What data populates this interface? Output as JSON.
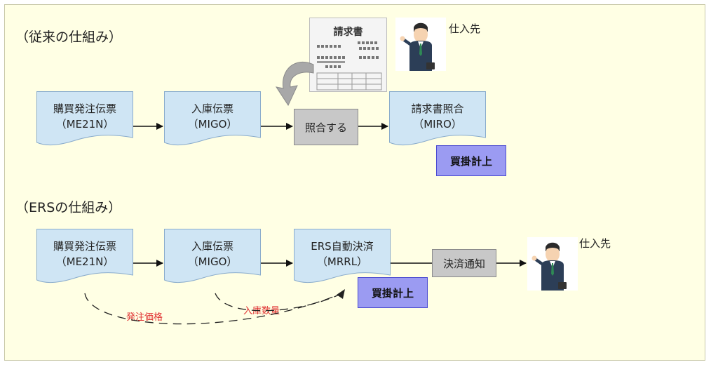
{
  "sections": {
    "traditional": "（従来の仕組み）",
    "ers": "（ERSの仕組み）"
  },
  "row1": {
    "po_doc": {
      "line1": "購買発注伝票",
      "line2": "（ME21N）"
    },
    "gr_doc": {
      "line1": "入庫伝票",
      "line2": "（MIGO）"
    },
    "match": "照合する",
    "invoice_verify": {
      "line1": "請求書照合",
      "line2": "（MIRO）"
    },
    "badge": "買掛計上",
    "invoice_title": "請求書",
    "supplier": "仕入先"
  },
  "row2": {
    "po_doc": {
      "line1": "購買発注伝票",
      "line2": "（ME21N）"
    },
    "gr_doc": {
      "line1": "入庫伝票",
      "line2": "（MIGO）"
    },
    "ers_doc": {
      "line1": "ERS自動決済",
      "line2": "（MRRL）"
    },
    "badge": "買掛計上",
    "notice": "決済通知",
    "supplier": "仕入先",
    "price_label": "発注価格",
    "qty_label": "入庫数量"
  },
  "colors": {
    "canvas_bg": "#ffffe4",
    "doc_fill": "#cfe5f4",
    "badge_fill": "#9b9bf2",
    "gray_box": "#c8c8c8",
    "red_text": "#e03030"
  }
}
